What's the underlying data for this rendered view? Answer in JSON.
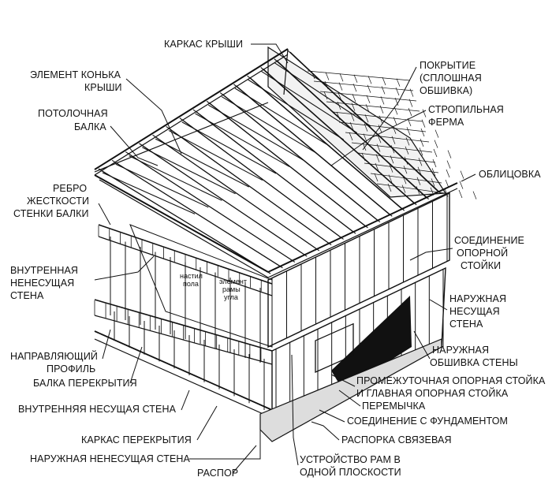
{
  "labels": {
    "roof_frame": "КАРКАС КРЫШИ",
    "ridge_1": "ЭЛЕМЕНТ КОНЬКА",
    "ridge_2": "КРЫШИ",
    "ceiling_joist_1": "ПОТОЛОЧНАЯ",
    "ceiling_joist_2": "БАЛКА",
    "stiffener_1": "РЕБРО",
    "stiffener_2": "ЖЕСТКОСТИ",
    "stiffener_3": "СТЕНКИ БАЛКИ",
    "interior_nonbearing_1": "ВНУТРЕННАЯ",
    "interior_nonbearing_2": "НЕНЕСУЩАЯ",
    "interior_nonbearing_3": "СТЕНА",
    "guide_profile_1": "НАПРАВЛЯЮЩИЙ",
    "guide_profile_2": "ПРОФИЛЬ",
    "floor_joist": "БАЛКА ПЕРЕКРЫТИЯ",
    "interior_bearing": "ВНУТРЕННЯЯ НЕСУЩАЯ СТЕНА",
    "floor_frame": "КАРКАС ПЕРЕКРЫТИЯ",
    "exterior_nonbearing": "НАРУЖНАЯ НЕНЕСУЩАЯ СТЕНА",
    "strut": "РАСПОР",
    "sheathing_1": "ПОКРЫТИЕ",
    "sheathing_2": "(СПЛОШНАЯ",
    "sheathing_3": "ОБШИВКА)",
    "truss_1": "СТРОПИЛЬНАЯ",
    "truss_2": "ФЕРМА",
    "cladding": "ОБЛИЦОВКА",
    "stud_joint_1": "СОЕДИНЕНИЕ",
    "stud_joint_2": "ОПОРНОЙ",
    "stud_joint_3": "СТОЙКИ",
    "ext_bearing_1": "НАРУЖНАЯ",
    "ext_bearing_2": "НЕСУЩАЯ",
    "ext_bearing_3": "СТЕНА",
    "ext_sheathing_1": "НАРУЖНАЯ",
    "ext_sheathing_2": "ОБШИВКА СТЕНЫ",
    "jack_king_1": "ПРОМЕЖУТОЧНАЯ ОПОРНАЯ СТОЙКА",
    "jack_king_2": "И ГЛАВНАЯ ОПОРНАЯ СТОЙКА",
    "header": "ПЕРЕМЫЧКА",
    "foundation_joint": "СОЕДИНЕНИЕ С ФУНДАМЕНТОМ",
    "brace": "РАСПОРКА  СВЯЗЕВАЯ",
    "inplane_1": "УСТРОЙСТВО РАМ В",
    "inplane_2": "ОДНОЙ ПЛОСКОСТИ",
    "deck_1": "настил",
    "deck_2": "пола",
    "corner_1": "элемент",
    "corner_2": "рамы",
    "corner_3": "угла"
  }
}
